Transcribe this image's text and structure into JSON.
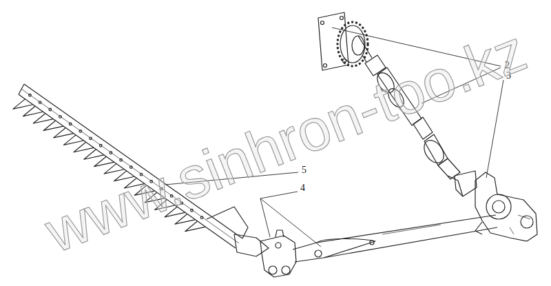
{
  "diagram": {
    "labels": [
      "2",
      "3",
      "4",
      "5",
      "www.sinhron-too.kz"
    ]
  }
}
